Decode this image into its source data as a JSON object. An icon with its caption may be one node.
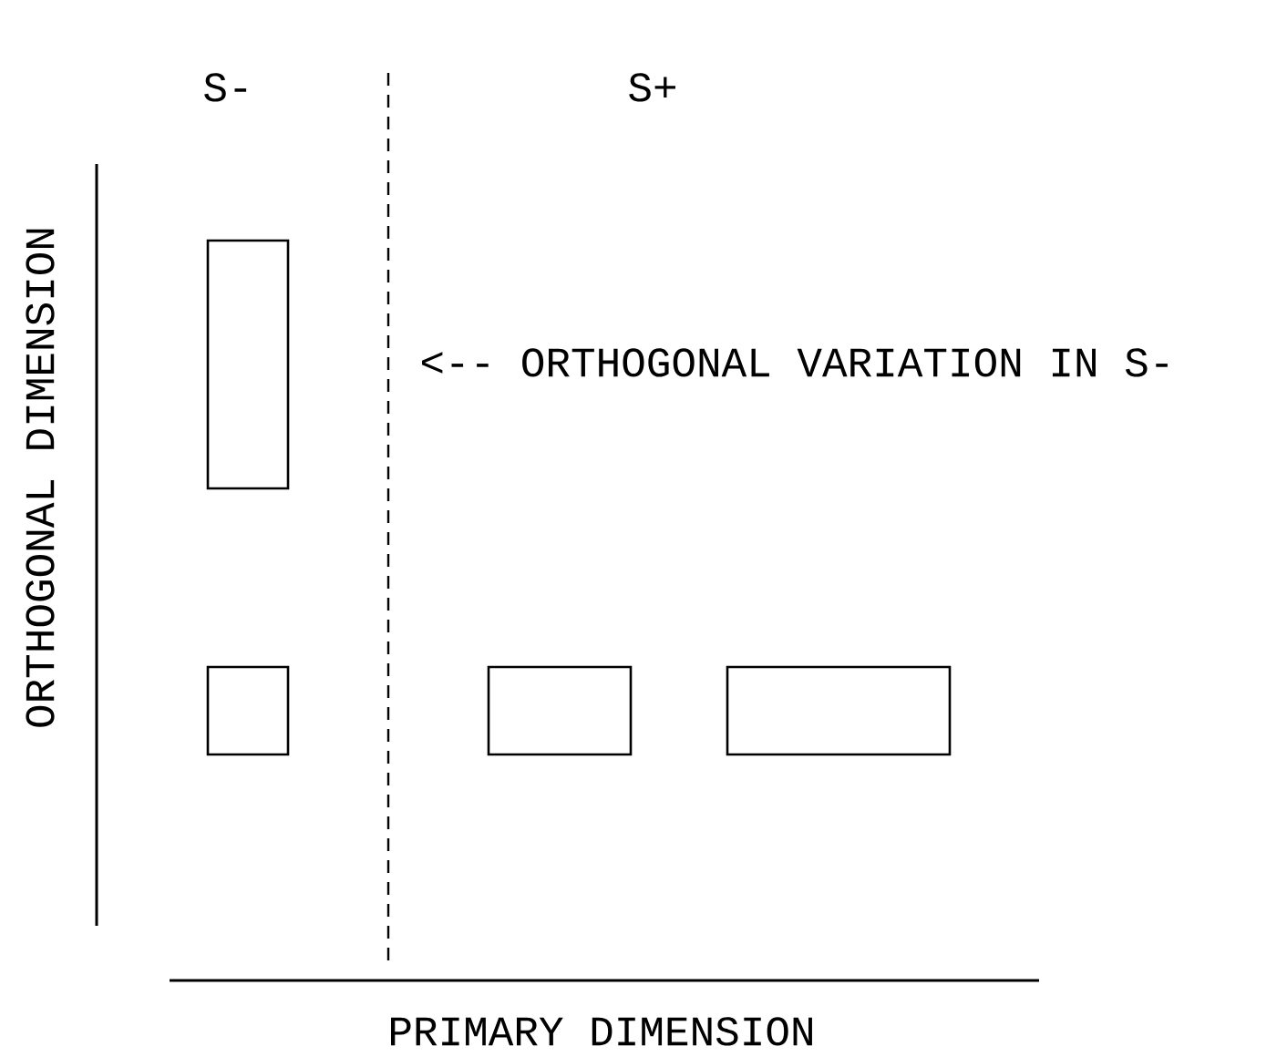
{
  "diagram": {
    "nodes": [
      {
        "text": [],
        "shape": "box"
      },
      {
        "text": [],
        "shape": "box"
      },
      {
        "text": [],
        "shape": "box"
      },
      {
        "text": [],
        "shape": "box"
      }
    ],
    "labels": [
      "S-",
      "S+",
      "<-- ORTHOGONAL VARIATION IN S-",
      "ORTHOGONAL DIMENSION",
      "PRIMARY DIMENSION"
    ]
  }
}
